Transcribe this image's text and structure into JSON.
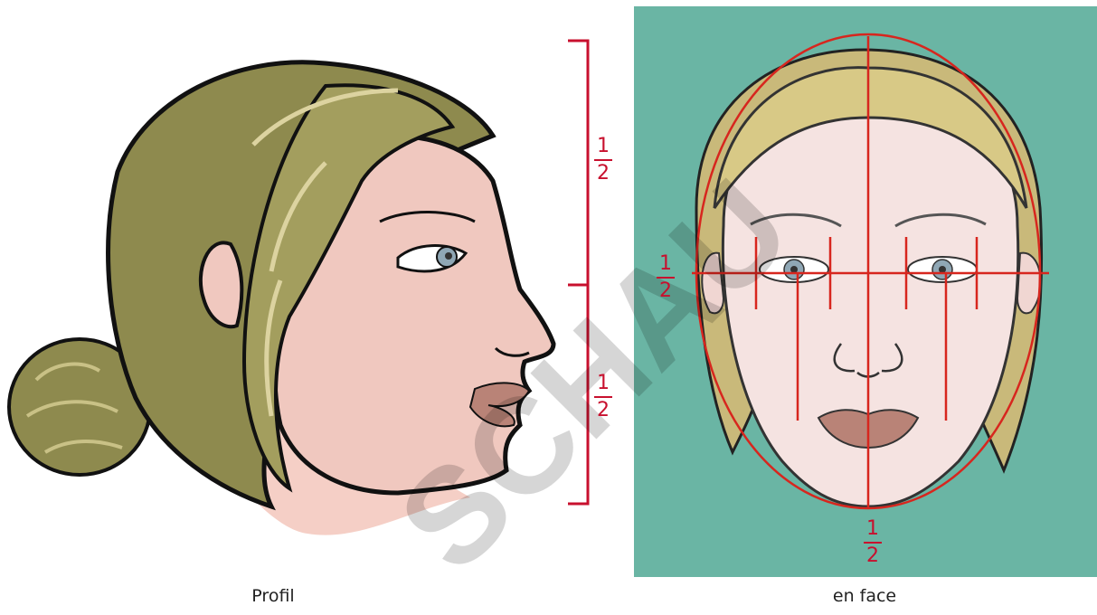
{
  "captions": {
    "profile": "Profil",
    "front": "en face"
  },
  "fractions": {
    "profile_upper": {
      "num": "1",
      "den": "2"
    },
    "profile_lower": {
      "num": "1",
      "den": "2"
    },
    "front_left": {
      "num": "1",
      "den": "2"
    },
    "front_bottom": {
      "num": "1",
      "den": "2"
    }
  },
  "watermark": "SCHAU",
  "colors": {
    "guide_red": "#c8102e",
    "panel_teal": "#6ab5a4",
    "hair": "#8e8a4e",
    "hair_light": "#c9c186",
    "skin_profile": "#f0c8bf",
    "skin_front": "#f5e3e1",
    "lips": "#b98377",
    "eye": "#8fa7b5"
  }
}
